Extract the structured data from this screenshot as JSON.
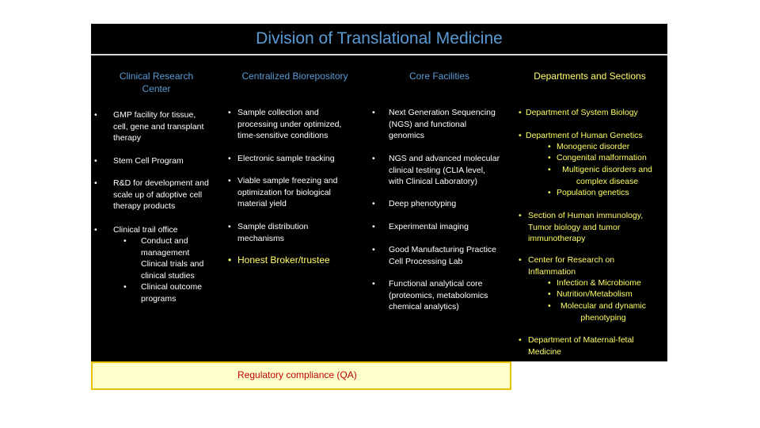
{
  "title": "Division of Translational Medicine",
  "columns": {
    "clinical": {
      "header_line1": "Clinical Research",
      "header_line2": "Center",
      "items": [
        {
          "lines": [
            "GMP facility for tissue,",
            "cell, gene and transplant",
            "therapy"
          ]
        },
        {
          "lines": [
            "Stem Cell Program"
          ]
        },
        {
          "lines": [
            "R&D for development and",
            "scale up of adoptive cell",
            "therapy products"
          ]
        },
        {
          "lines": [
            "Clinical trail office"
          ]
        }
      ],
      "trail_sub": [
        {
          "lines": [
            "Conduct and",
            "management",
            "Clinical trials and",
            "clinical studies"
          ]
        },
        {
          "lines": [
            "Clinical outcome",
            "programs"
          ]
        }
      ]
    },
    "biorepository": {
      "header": "Centralized Biorepository",
      "items": [
        {
          "lines": [
            "Sample collection and",
            "processing under optimized,",
            "time-sensitive conditions"
          ]
        },
        {
          "lines": [
            "Electronic sample tracking"
          ]
        },
        {
          "lines": [
            "Viable sample freezing and",
            "optimization for biological",
            "material yield"
          ]
        },
        {
          "lines": [
            "Sample distribution",
            "mechanisms"
          ]
        },
        {
          "lines": [
            "Honest Broker/trustee"
          ]
        }
      ]
    },
    "core": {
      "header": "Core Facilities",
      "items": [
        {
          "lines": [
            "Next Generation Sequencing",
            "(NGS) and functional",
            "genomics"
          ]
        },
        {
          "lines": [
            "NGS and advanced molecular",
            "clinical testing (CLIA level,",
            "with Clinical Laboratory)"
          ]
        },
        {
          "lines": [
            "Deep phenotyping"
          ]
        },
        {
          "lines": [
            "Experimental imaging"
          ]
        },
        {
          "lines": [
            "Good Manufacturing Practice",
            "Cell Processing Lab"
          ]
        },
        {
          "lines": [
            "Functional analytical core",
            "(proteomics, metabolomics",
            "chemical analytics)"
          ]
        }
      ]
    },
    "departments": {
      "header": "Departments and Sections",
      "items": [
        {
          "lines": [
            "Department of System Biology"
          ],
          "sub": []
        },
        {
          "lines": [
            "Department of Human Genetics"
          ],
          "sub": [
            {
              "lines": [
                "Monogenic disorder"
              ]
            },
            {
              "lines": [
                "Congenital malformation"
              ]
            },
            {
              "lines": [
                "Multigenic disorders and",
                "complex disease"
              ]
            },
            {
              "lines": [
                "Population genetics"
              ]
            }
          ]
        },
        {
          "lines": [
            "Section of Human immunology,",
            "Tumor biology and tumor",
            "immunotherapy"
          ],
          "sub": []
        },
        {
          "lines": [
            "Center for Research on",
            "Inflammation"
          ],
          "sub": [
            {
              "lines": [
                "Infection & Microbiome"
              ]
            },
            {
              "lines": [
                "Nutrition/Metabolism"
              ]
            },
            {
              "lines": [
                "Molecular and dynamic",
                "phenotyping"
              ]
            }
          ]
        },
        {
          "lines": [
            "Department of Maternal-fetal",
            "Medicine"
          ],
          "sub": []
        }
      ]
    }
  },
  "regulatory": "Regulatory compliance (QA)",
  "bullet_char": "•",
  "colors": {
    "background": "#000000",
    "title": "#5b9bd5",
    "accent_yellow": "#ffff66",
    "regulatory_text": "#c00000",
    "regulatory_box": "#ffffcc"
  }
}
